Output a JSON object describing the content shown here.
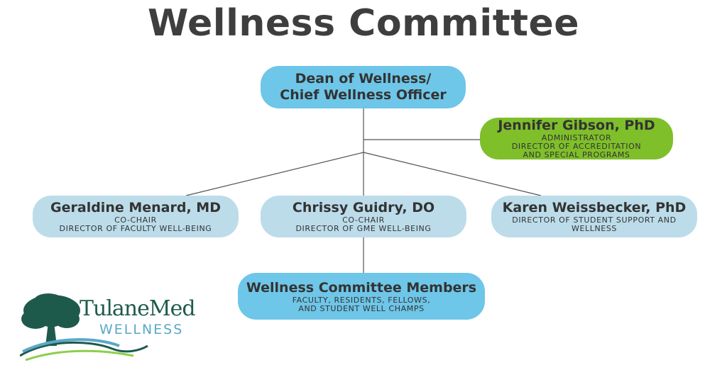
{
  "title": "Wellness Committee",
  "nodes": {
    "dean": {
      "line1": "Dean of Wellness/",
      "line2": "Chief Wellness Officer"
    },
    "gibson": {
      "name": "Jennifer Gibson, PhD",
      "sub1": "ADMINISTRATOR",
      "sub2": "DIRECTOR OF ACCREDITATION",
      "sub3": "AND SPECIAL PROGRAMS"
    },
    "menard": {
      "name": "Geraldine Menard, MD",
      "sub1": "CO-CHAIR",
      "sub2": "DIRECTOR OF FACULTY WELL-BEING"
    },
    "guidry": {
      "name": "Chrissy Guidry, DO",
      "sub1": "CO-CHAIR",
      "sub2": "DIRECTOR OF GME WELL-BEING"
    },
    "weissbecker": {
      "name": "Karen Weissbecker, PhD",
      "sub1": "DIRECTOR OF STUDENT SUPPORT AND",
      "sub2": "WELLNESS"
    },
    "members": {
      "name": "Wellness Committee Members",
      "sub1": "FACULTY, RESIDENTS, FELLOWS,",
      "sub2": "AND STUDENT WELL CHAMPS"
    }
  },
  "logo": {
    "text1": "TulaneMed",
    "text2": "WELLNESS",
    "icon": "oak-tree-icon"
  },
  "colors": {
    "dean": "#6ec6e8",
    "gibson": "#7fbf2a",
    "co_chairs": "#bcdcea",
    "members": "#6ec6e8",
    "title": "#3e3e3e"
  }
}
